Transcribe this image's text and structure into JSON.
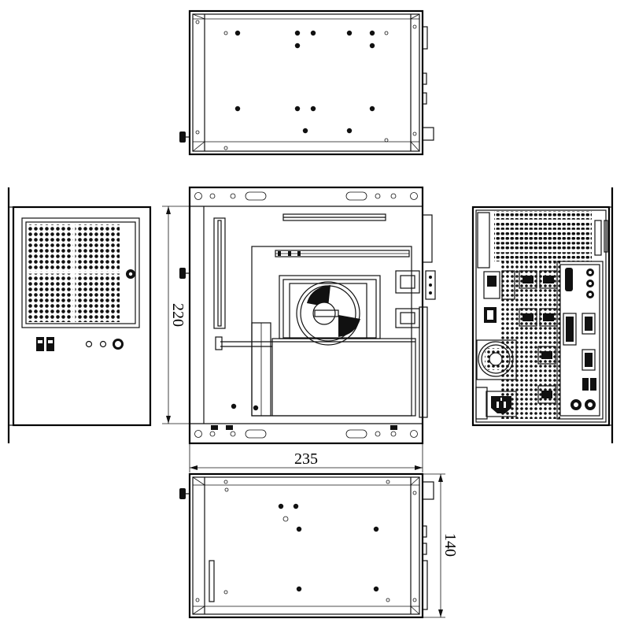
{
  "dimensions": {
    "height": "220",
    "width": "235",
    "depth": "140"
  },
  "views": [
    {
      "name": "top-view"
    },
    {
      "name": "front-panel-view"
    },
    {
      "name": "side-internal-view"
    },
    {
      "name": "rear-io-view"
    },
    {
      "name": "bottom-view"
    }
  ]
}
